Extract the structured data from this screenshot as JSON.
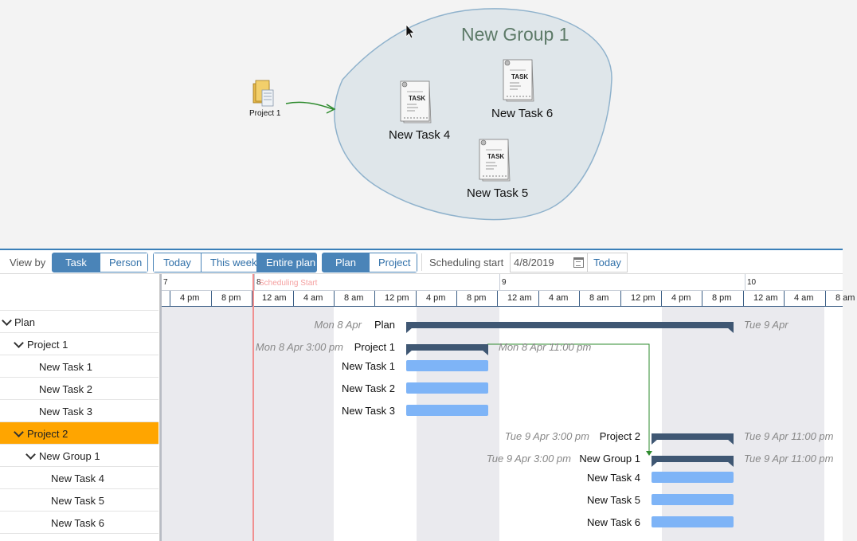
{
  "canvas": {
    "group_title": "New Group 1",
    "project_icon_label": "Project 1",
    "task_icon_text": "TASK",
    "tasks": [
      "New Task 4",
      "New Task 6",
      "New Task 5"
    ]
  },
  "toolbar": {
    "view_by_label": "View by",
    "view_by_options": [
      "Task",
      "Person"
    ],
    "view_by_selected": "Task",
    "range_options": [
      "Today",
      "This week",
      "Entire plan"
    ],
    "range_selected": "Entire plan",
    "mode_options": [
      "Plan",
      "Project"
    ],
    "mode_selected": "Plan",
    "scheduling_start_label": "Scheduling start",
    "scheduling_start_value": "4/8/2019",
    "today_button": "Today"
  },
  "tree": {
    "rows": [
      {
        "label": "Plan",
        "expanded": true,
        "selected": false
      },
      {
        "label": "Project 1",
        "expanded": true,
        "selected": false
      },
      {
        "label": "New Task 1",
        "selected": false
      },
      {
        "label": "New Task 2",
        "selected": false
      },
      {
        "label": "New Task 3",
        "selected": false
      },
      {
        "label": "Project 2",
        "expanded": true,
        "selected": true
      },
      {
        "label": "New Group 1",
        "expanded": true,
        "selected": false
      },
      {
        "label": "New Task 4",
        "selected": false
      },
      {
        "label": "New Task 5",
        "selected": false
      },
      {
        "label": "New Task 6",
        "selected": false
      }
    ]
  },
  "timeline": {
    "days": [
      "7",
      "8",
      "9",
      "10"
    ],
    "hours": [
      "4 pm",
      "8 pm",
      "12 am",
      "4 am",
      "8 am",
      "12 pm",
      "4 pm",
      "8 pm",
      "12 am",
      "4 am",
      "8 am",
      "12 pm",
      "4 pm",
      "8 pm",
      "12 am",
      "4 am",
      "8 am"
    ],
    "scheduling_start_marker": "Scheduling Start",
    "bars": {
      "plan": {
        "name": "Plan",
        "start_label": "Mon 8 Apr",
        "end_label": "Tue 9 Apr"
      },
      "project1": {
        "name": "Project 1",
        "start_label": "Mon 8 Apr 3:00 pm",
        "end_label": "Mon 8 Apr 11:00 pm"
      },
      "task1": {
        "name": "New Task 1"
      },
      "task2": {
        "name": "New Task 2"
      },
      "task3": {
        "name": "New Task 3"
      },
      "project2": {
        "name": "Project 2",
        "start_label": "Tue 9 Apr 3:00 pm",
        "end_label": "Tue 9 Apr 11:00 pm"
      },
      "group1": {
        "name": "New Group 1",
        "start_label": "Tue 9 Apr 3:00 pm",
        "end_label": "Tue 9 Apr 11:00 pm"
      },
      "task4": {
        "name": "New Task 4"
      },
      "task5": {
        "name": "New Task 5"
      },
      "task6": {
        "name": "New Task 6"
      }
    }
  },
  "colors": {
    "accent": "#4a84b8",
    "selected_row": "#ffa500",
    "summary_bar": "#3f5773",
    "task_bar": "#7eb4f7",
    "dependency_arrow": "#2e8b2e",
    "scheduling_line": "#f09090",
    "group_fill": "#dfe6ea",
    "group_title": "#5d7a68"
  }
}
